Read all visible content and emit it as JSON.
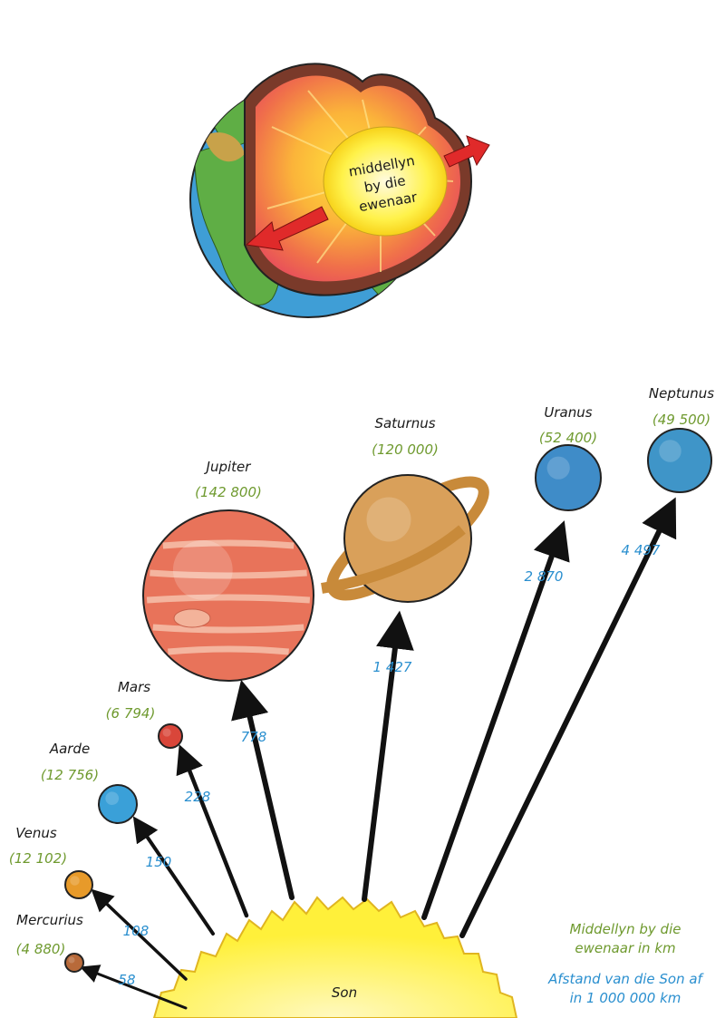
{
  "earth_cutaway": {
    "core_label": [
      "middellyn",
      "by die",
      "ewenaar"
    ]
  },
  "sun": {
    "label": "Son"
  },
  "planets": [
    {
      "id": "mercurius",
      "name": "Mercurius",
      "diameter": "(4 880)",
      "distance": "58",
      "color": "#b86a3a"
    },
    {
      "id": "venus",
      "name": "Venus",
      "diameter": "(12 102)",
      "distance": "108",
      "color": "#e79a2a"
    },
    {
      "id": "aarde",
      "name": "Aarde",
      "diameter": "(12 756)",
      "distance": "150",
      "color": "#3aa0d8"
    },
    {
      "id": "mars",
      "name": "Mars",
      "diameter": "(6 794)",
      "distance": "228",
      "color": "#d9463a"
    },
    {
      "id": "jupiter",
      "name": "Jupiter",
      "diameter": "(142 800)",
      "distance": "778",
      "color": "#e8735a"
    },
    {
      "id": "saturnus",
      "name": "Saturnus",
      "diameter": "(120 000)",
      "distance": "1 427",
      "color": "#d9a05a"
    },
    {
      "id": "uranus",
      "name": "Uranus",
      "diameter": "(52 400)",
      "distance": "2 870",
      "color": "#3f8cc8"
    },
    {
      "id": "neptunus",
      "name": "Neptunus",
      "diameter": "(49 500)",
      "distance": "4 497",
      "color": "#3f95c8"
    }
  ],
  "legend": {
    "diameter_line1": "Middellyn by die",
    "diameter_line2": "ewenaar in km",
    "distance_line1": "Afstand van die Son af",
    "distance_line2": "in 1 000 000 km"
  },
  "colors": {
    "diameter_text": "#6f9a2f",
    "distance_text": "#2a8fcf",
    "sun": "#fff23a",
    "arrow_core": "#e02a2a"
  }
}
